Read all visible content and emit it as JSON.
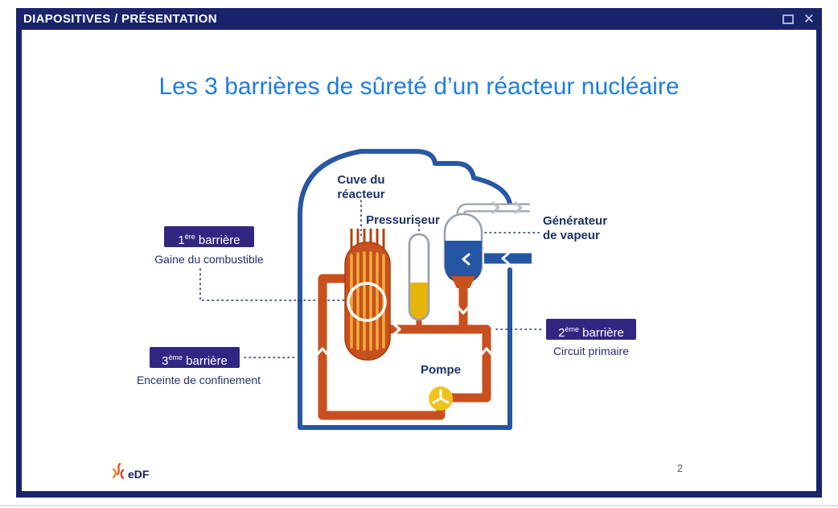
{
  "window": {
    "title": "DIAPOSITIVES / PRÉSENTATION",
    "controls": {
      "close_glyph": "✕"
    }
  },
  "slide": {
    "title": "Les 3 barrières de sûreté d’un réacteur nucléaire",
    "page_number": "2",
    "logo": "eDF"
  },
  "diagram": {
    "labels": {
      "vessel_line1": "Cuve du",
      "vessel_line2": "réacteur",
      "pressurizer": "Pressuriseur",
      "steam_generator_line1": "Générateur",
      "steam_generator_line2": "de vapeur",
      "pump": "Pompe"
    },
    "barriers": [
      {
        "num": "1",
        "sup": "ère",
        "rest": " barrière",
        "caption": "Gaine du combustible"
      },
      {
        "num": "2",
        "sup": "ème",
        "rest": " barrière",
        "caption": "Circuit primaire"
      },
      {
        "num": "3",
        "sup": "ème",
        "rest": " barrière",
        "caption": "Enceinte de confinement"
      }
    ],
    "colors": {
      "circuit_orange": "#c8501e",
      "containment_blue": "#2857a4",
      "badge_indigo": "#312782",
      "pressurizer_yellow": "#e7b50a",
      "steam_gen_blue": "#2456a4",
      "pump_yellow": "#f0c31b",
      "label_navy": "#1d3168",
      "title_blue": "#1e7de0",
      "titlebar_navy": "#19246b"
    }
  }
}
